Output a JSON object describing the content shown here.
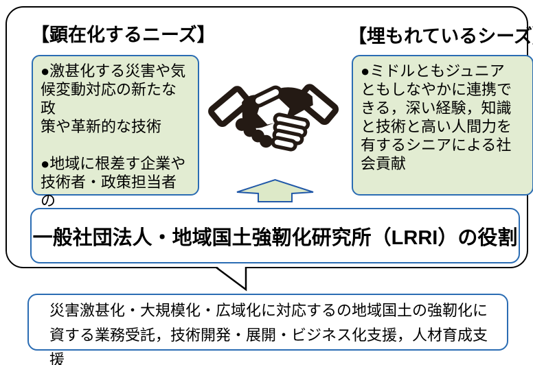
{
  "figure": {
    "needs": {
      "header": "【顕在化するニーズ】",
      "body": "●激甚化する災害や気\n候変動対応の新たな政\n策や革新的な技術\n\n●地域に根差す企業や\n技術者・政策担当者の\nスキルアップ"
    },
    "seeds": {
      "header": "【埋もれているシーズ】",
      "body": "●ミドルともジュニア\nともしなやかに連携で\nきる，深い経験，知識\nと技術と高い人間力を\n有するシニアによる社\n会貢献"
    },
    "role_box": {
      "title": "一般社団法人・地域国土強靭化研究所（LRRI）の役割"
    },
    "detail_box": {
      "text": "災害激甚化・大規模化・広域化に対応するの地域国土の強靭化に\n資する業務受託，技術開発・展開・ビジネス化支援，人材育成支援"
    },
    "icons": {
      "handshake": "handshake-icon",
      "up_arrow": "up-arrow-icon",
      "bubble_tail": "speech-bubble-tail"
    }
  },
  "colors": {
    "accent-blue": "#2a6cb3",
    "box-green": "#e2ecd2",
    "arrow-green": "#dde9c8",
    "arrow-blue": "#2058a8",
    "icon-dark": "#241a14",
    "outline-black": "#000000"
  }
}
